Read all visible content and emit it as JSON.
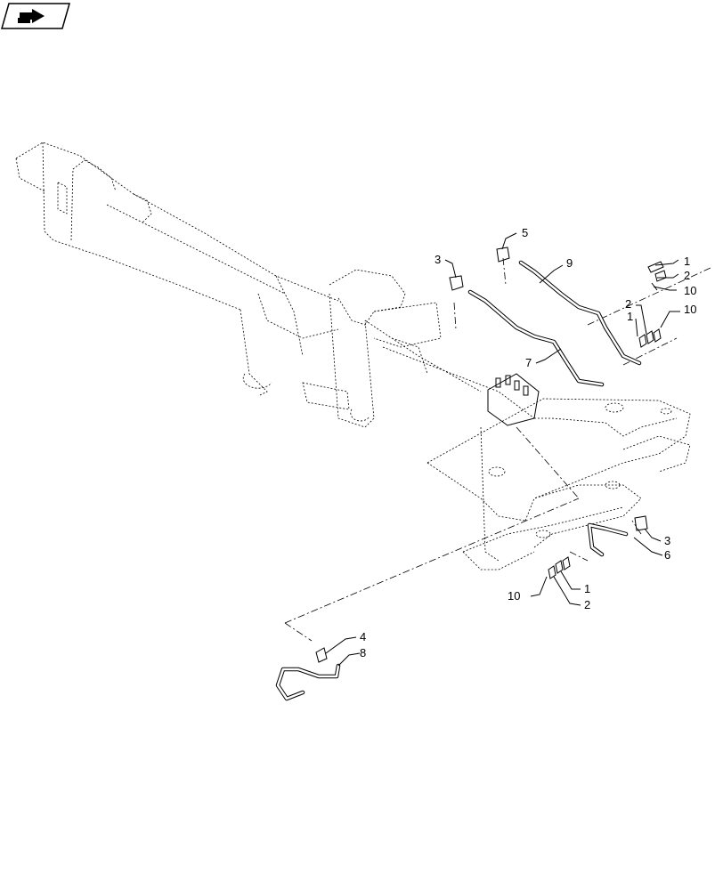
{
  "nav_icon": {
    "name": "page-nav-arrow-icon"
  },
  "callouts": {
    "c1a": "1",
    "c2a": "2",
    "c10a": "10",
    "c2b": "2",
    "c1b": "1",
    "c10b": "10",
    "c3a": "3",
    "c5": "5",
    "c9": "9",
    "c7": "7",
    "c3b": "3",
    "c6": "6",
    "c10c": "10",
    "c1c": "1",
    "c2c": "2",
    "c4": "4",
    "c8": "8"
  }
}
